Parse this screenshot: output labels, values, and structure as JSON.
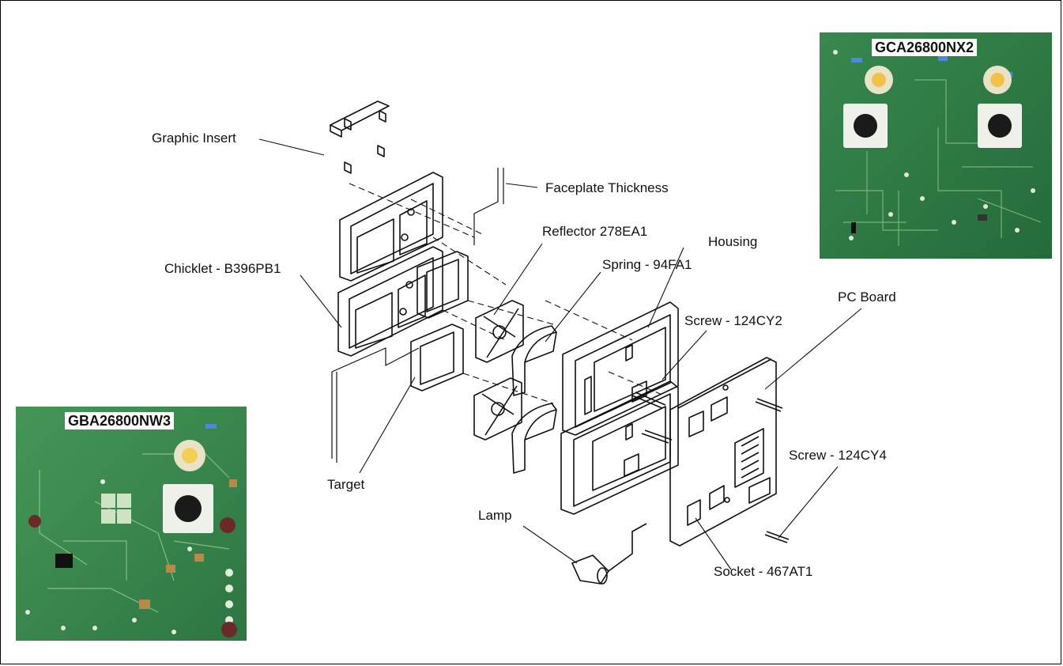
{
  "labels": {
    "graphic_insert": "Graphic Insert",
    "faceplate_thickness": "Faceplate Thickness",
    "reflector": "Reflector 278EA1",
    "housing": "Housing",
    "chicklet": "Chicklet - B396PB1",
    "spring": "Spring - 94FA1",
    "screw_124cy2": "Screw - 124CY2",
    "pc_board": "PC Board",
    "target": "Target",
    "screw_124cy4": "Screw - 124CY4",
    "lamp": "Lamp",
    "socket": "Socket - 467AT1"
  },
  "photos": {
    "top_right_board_tag": "GCA26800NX2",
    "bottom_left_board_tag": "GBA26800NW3"
  },
  "colors": {
    "pcb_green": "#2f7d45",
    "pcb_dark": "#1f5e33",
    "line": "#111111"
  }
}
